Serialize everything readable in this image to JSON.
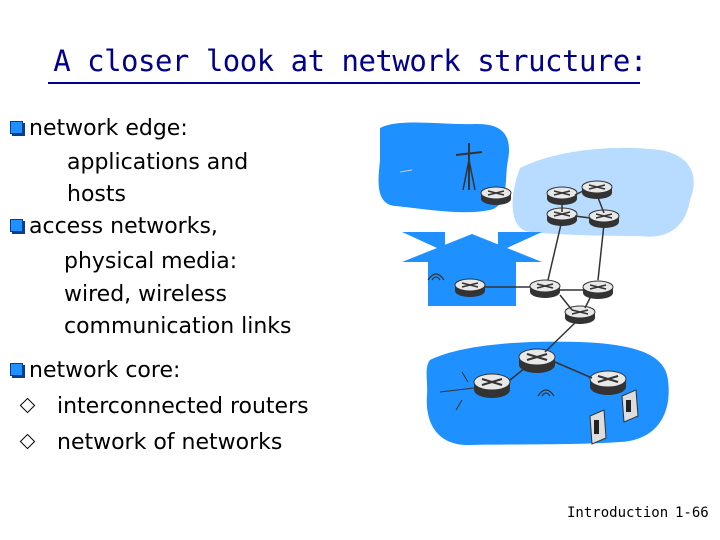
{
  "title": "A closer look at network structure:",
  "bullets": {
    "edge": {
      "line1": "network edge:",
      "line2": "applications and",
      "line3": "hosts"
    },
    "access": {
      "line1": "access networks,",
      "line2": "physical media:",
      "line3": "wired, wireless",
      "line4": "communication links"
    },
    "core": {
      "line1": "network core:"
    }
  },
  "sub_bullets": [
    "interconnected routers",
    "network of networks"
  ],
  "footer": {
    "section": "Introduction",
    "page": "1-66"
  },
  "colors": {
    "title": "#00008b",
    "cloud": "#1e90ff",
    "bullet": "#1e90ff"
  }
}
